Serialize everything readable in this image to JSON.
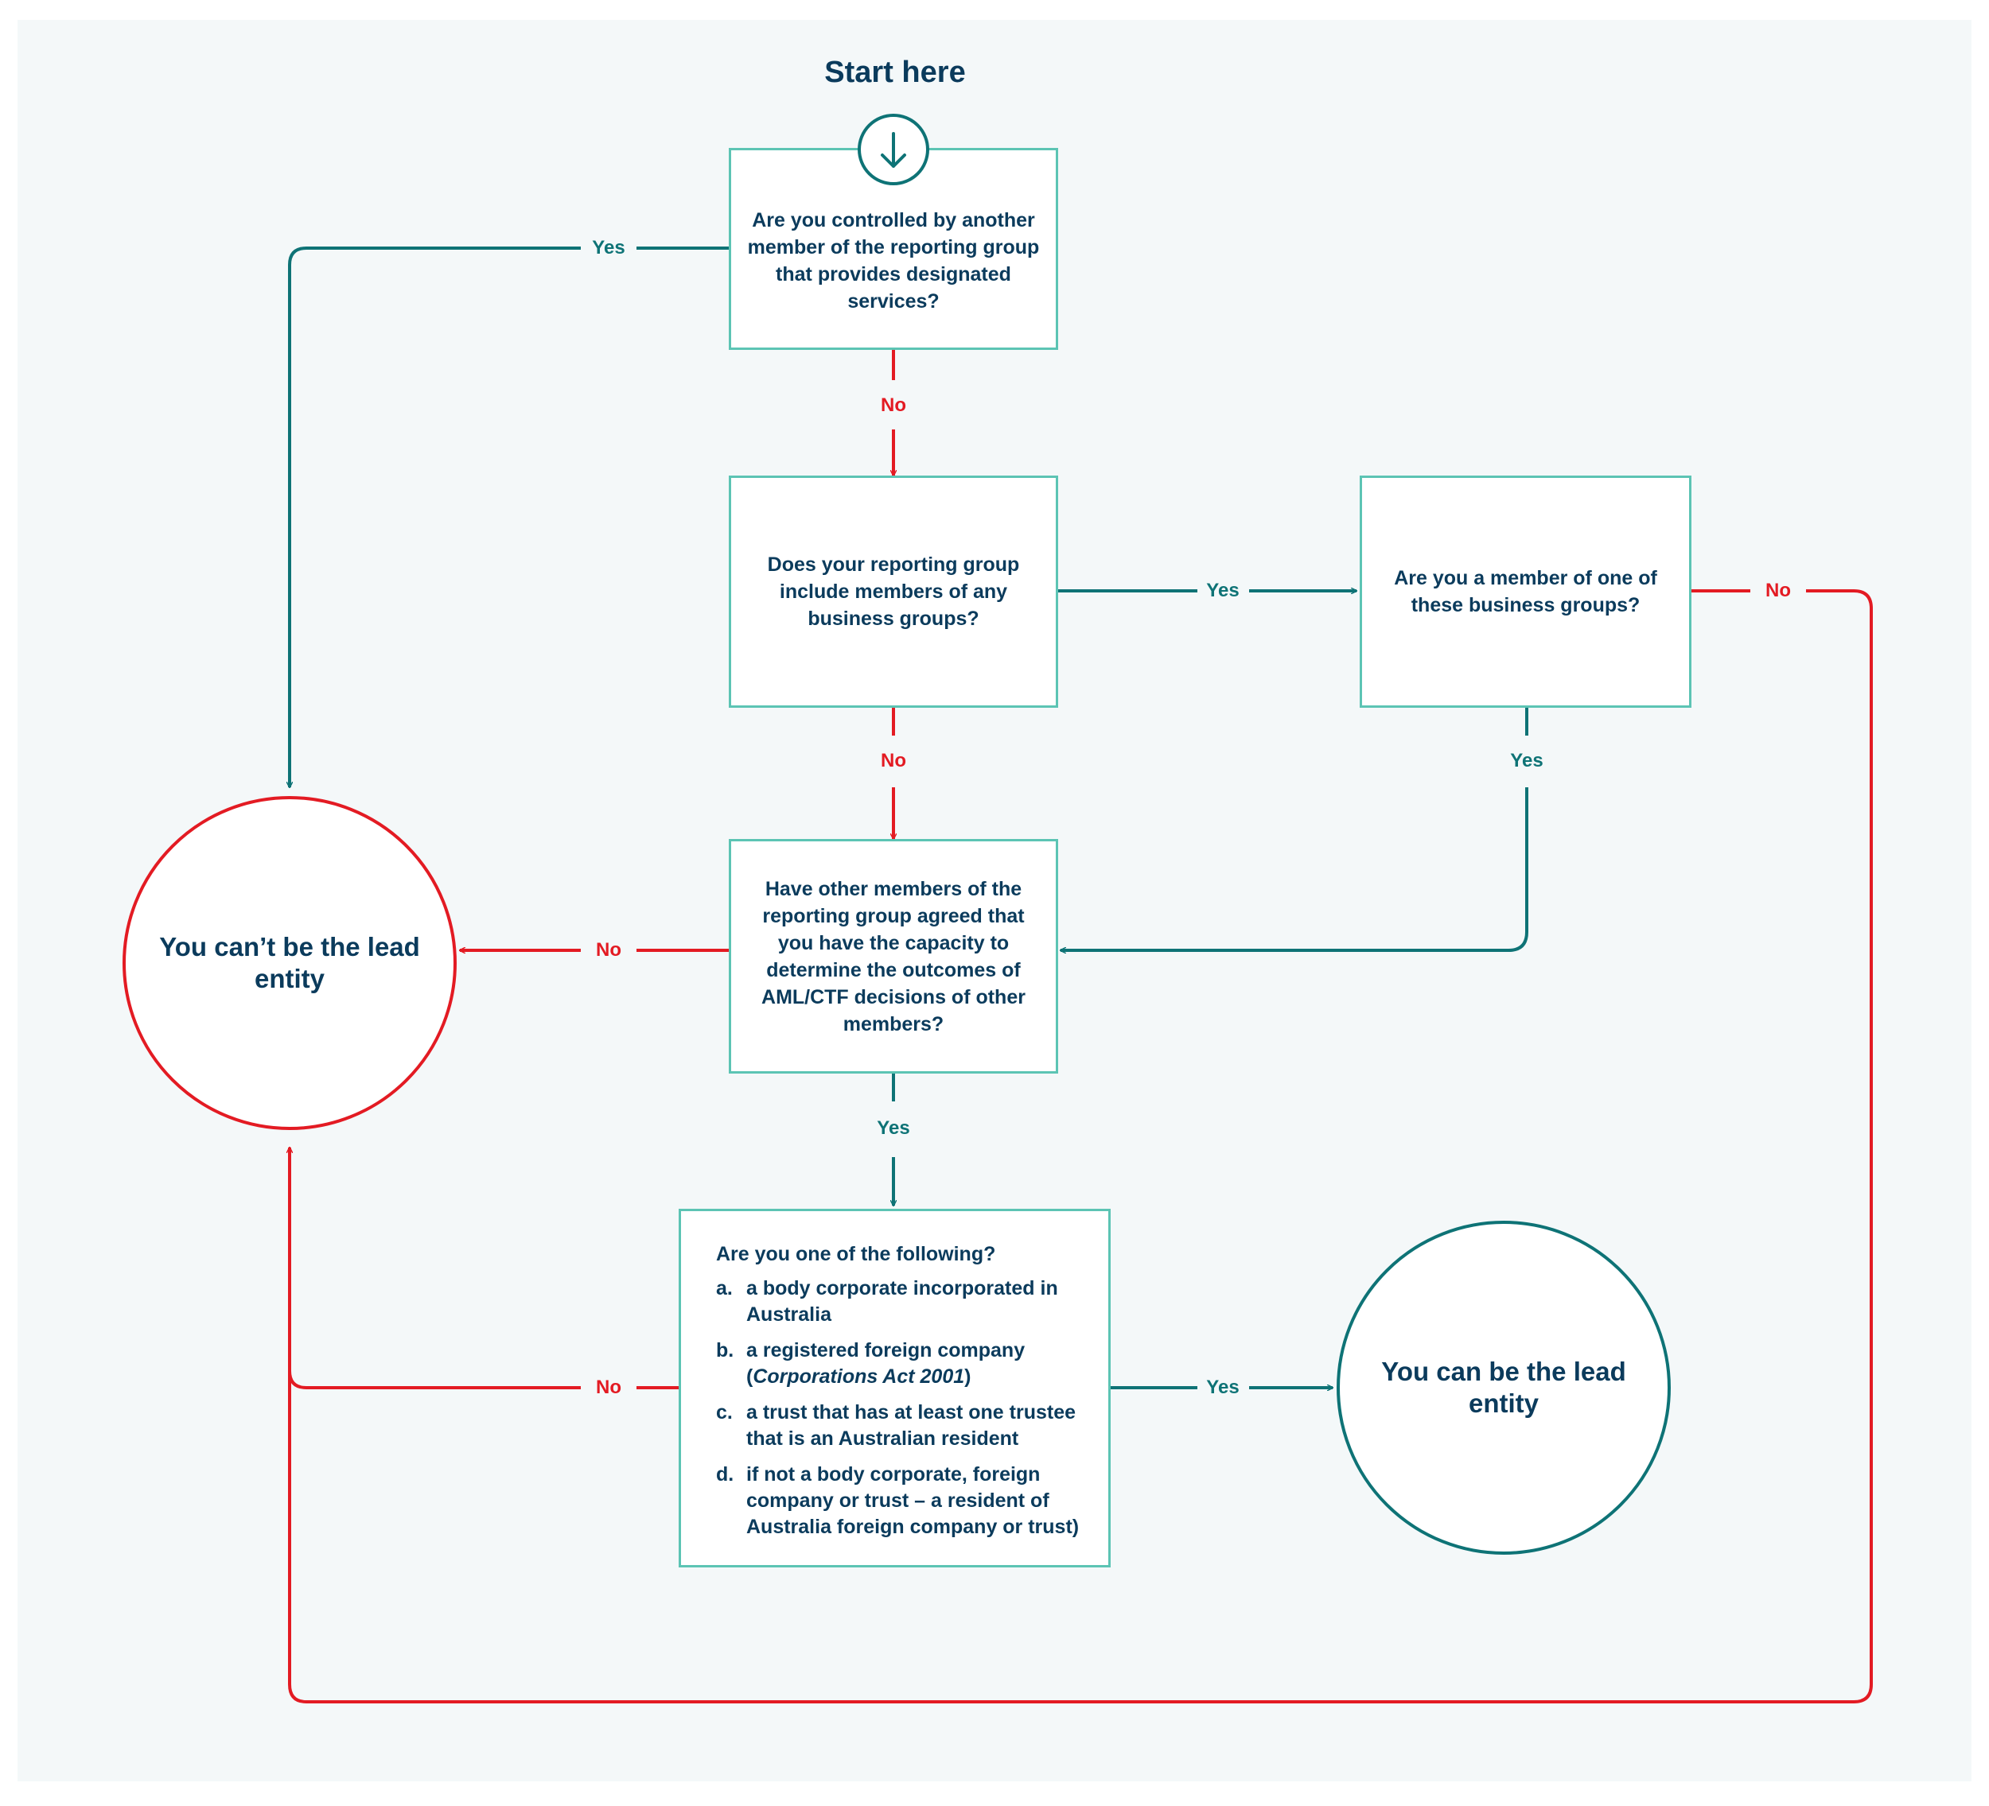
{
  "diagram": {
    "start_label": "Start here",
    "nodes": {
      "q1": "Are you controlled by another member of the reporting group that provides designated services?",
      "q2": "Does your reporting group include members of any business groups?",
      "q3": "Are you a member of one of these business groups?",
      "q4": "Have other members of the reporting group agreed that you have the capacity to determine the outcomes of AML/CTF decisions of other members?",
      "q5": {
        "heading": "Are you one of the following?",
        "items": [
          {
            "marker": "a.",
            "text": "a body corporate incorporated in Australia"
          },
          {
            "marker": "b.",
            "text_before": "a registered foreign company (",
            "italic": "Corporations Act 2001",
            "text_after": ")"
          },
          {
            "marker": "c.",
            "text": "a trust that has at least one trustee that is an Australian resident"
          },
          {
            "marker": "d.",
            "text": "if not a body corporate, foreign company or trust – a resident of Australia foreign company or trust)"
          }
        ]
      },
      "cannot": "You can’t be the lead entity",
      "can": "You can be the lead entity"
    },
    "edge_labels": {
      "q1_yes": "Yes",
      "q1_no": "No",
      "q2_yes": "Yes",
      "q2_no": "No",
      "q3_no": "No",
      "q3_yes": "Yes",
      "q4_no": "No",
      "q4_yes": "Yes",
      "q5_no": "No",
      "q5_yes": "Yes"
    },
    "colors": {
      "yes": "#0e7376",
      "no": "#e31b23",
      "box_border": "#5cc4b4",
      "text": "#0b3b5c",
      "background": "#f4f8f9"
    }
  }
}
